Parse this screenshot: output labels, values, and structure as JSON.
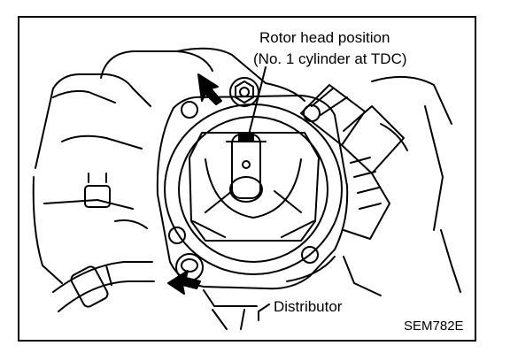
{
  "labels": {
    "rotor_line1": "Rotor head position",
    "rotor_line2": "(No. 1 cylinder at TDC)",
    "distributor": "Distributor",
    "figure_code": "SEM782E"
  }
}
